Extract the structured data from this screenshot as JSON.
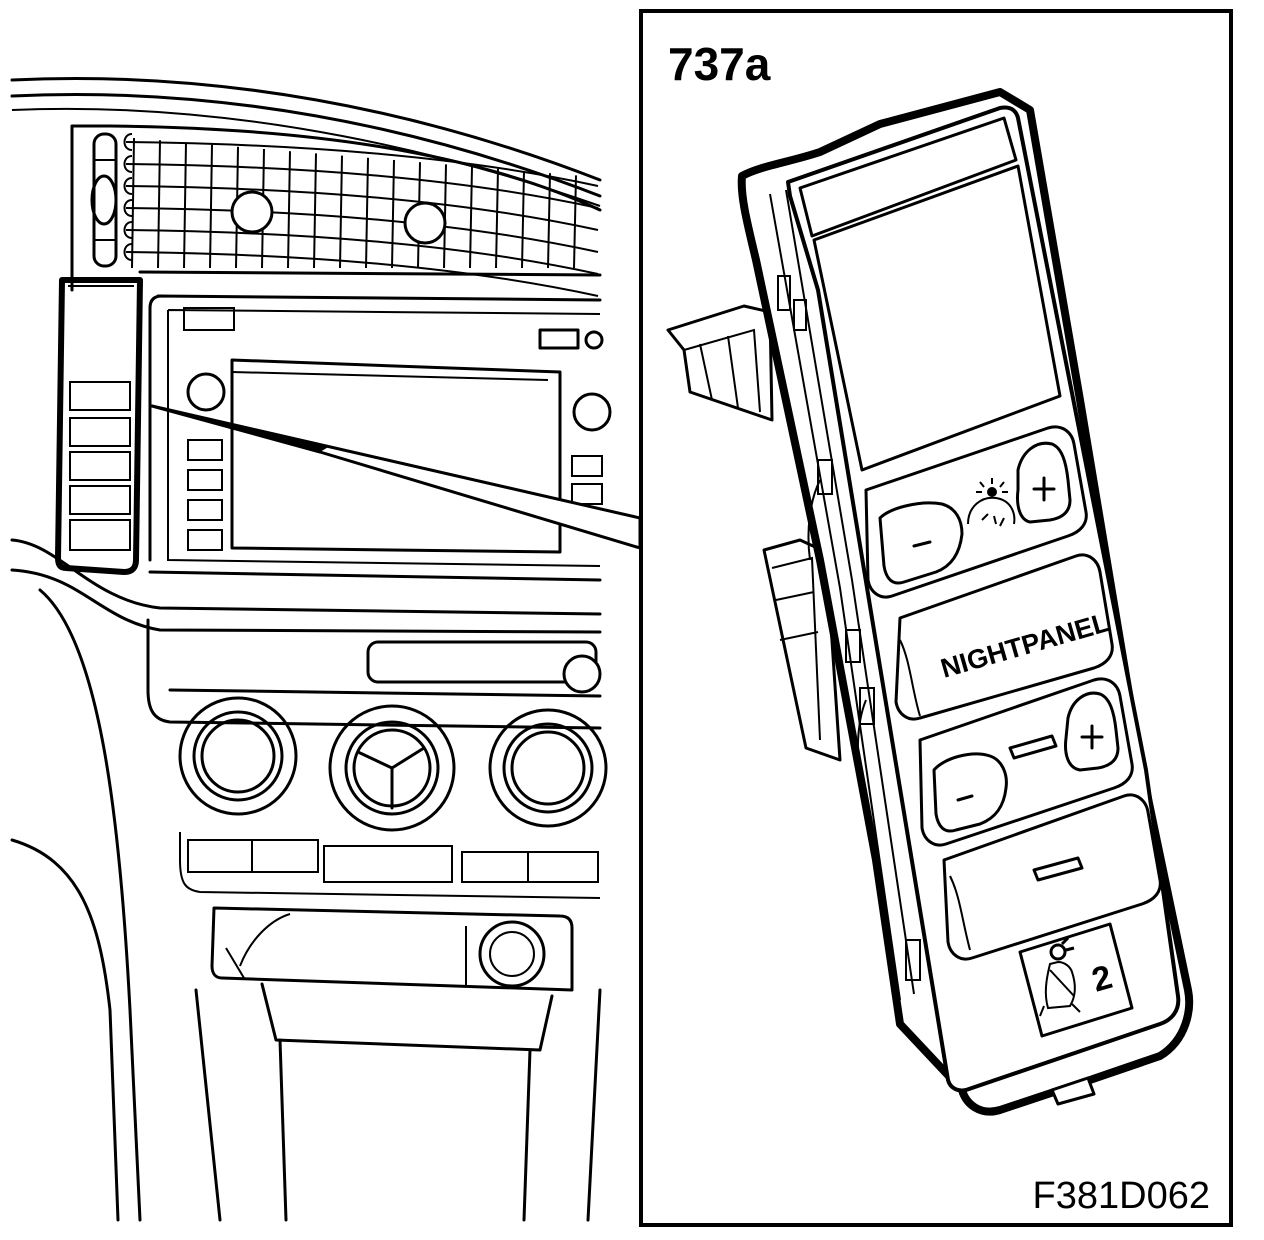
{
  "figure": {
    "callout_label": "737a",
    "button_label": "NIGHTPANEL",
    "seat_number": "2",
    "reference_code": "F381D062"
  },
  "icons": {
    "dimmer": "instrument-light-dimmer-icon",
    "seatbelt": "passenger-seatbelt-reminder-icon"
  },
  "colors": {
    "line": "#000000",
    "background": "#ffffff"
  }
}
